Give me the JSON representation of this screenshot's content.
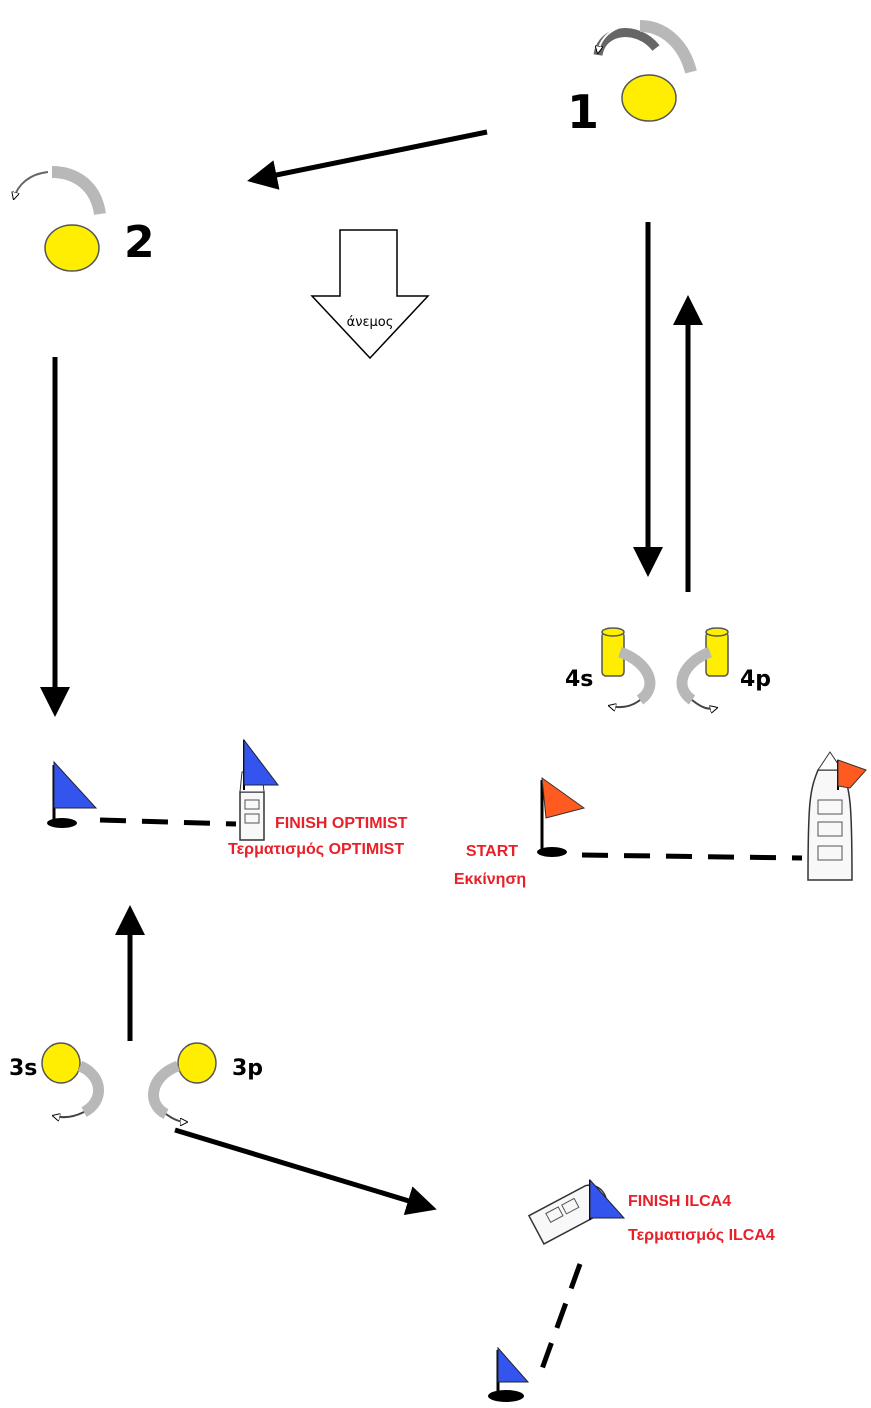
{
  "colors": {
    "buoy": "#ffee00",
    "flag_finish": "#3355ee",
    "flag_start": "#ff5a1f",
    "label_red": "#e8202a",
    "turn_arrow": "#b8b8b8"
  },
  "wind": {
    "label": "άνεμος"
  },
  "marks": {
    "m1": "1",
    "m2": "2",
    "m3s": "3s",
    "m3p": "3p",
    "m4s": "4s",
    "m4p": "4p"
  },
  "labels": {
    "finish_optimist": "FINISH OPTIMIST",
    "finish_optimist_gr": "Τερματισμός OPTIMIST",
    "start": "START",
    "start_gr": "Εκκίνηση",
    "finish_ilca": "FINISH ILCA4",
    "finish_ilca_gr": "Τερματισμός ILCA4"
  }
}
